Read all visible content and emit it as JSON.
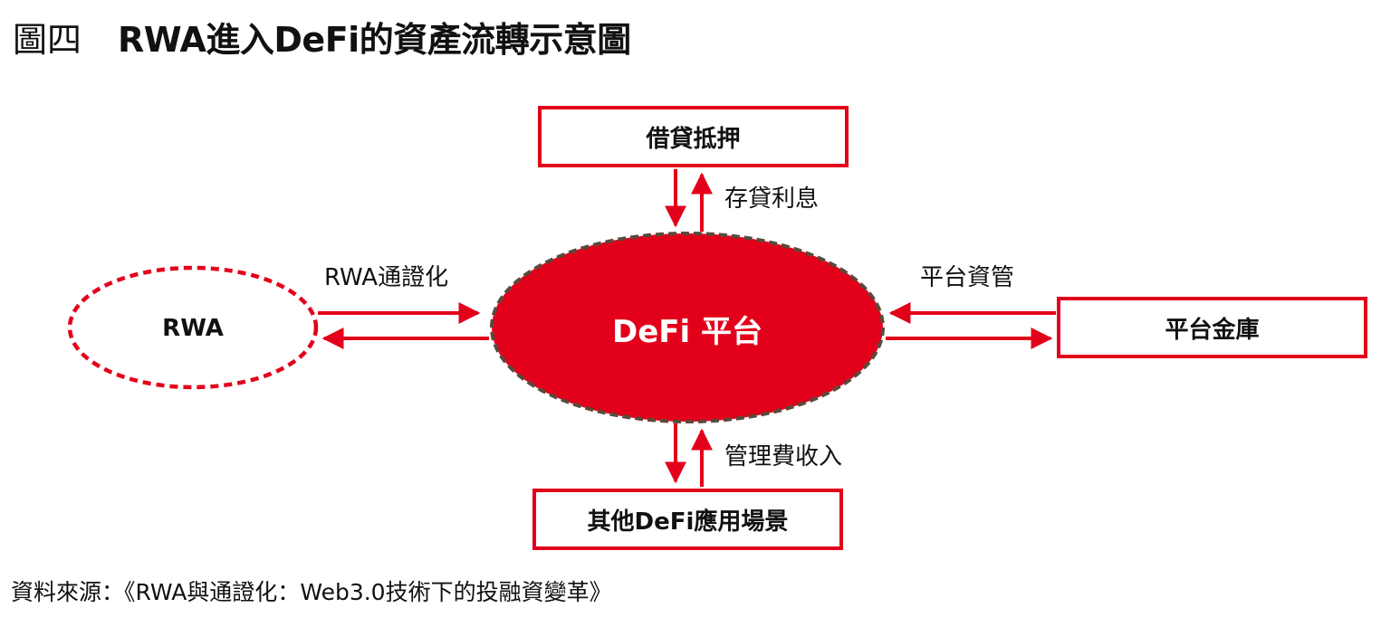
{
  "heading": {
    "figure_number": "圖四",
    "title": "RWA進入DeFi的資產流轉示意圖"
  },
  "nodes": {
    "center": "DeFi 平台",
    "rwa": "RWA",
    "lending": "借貸抵押",
    "treasury": "平台金庫",
    "other_apps": "其他DeFi應用場景"
  },
  "flows": {
    "tokenization": "RWA通證化",
    "deposit_interest": "存貸利息",
    "asset_management": "平台資管",
    "management_fee": "管理費收入"
  },
  "source": "資料來源：《RWA與通證化：Web3.0技術下的投融資變革》",
  "colors": {
    "accent_red": "#e3001b",
    "ellipse_border": "#5a4a3c",
    "text": "#111111"
  }
}
